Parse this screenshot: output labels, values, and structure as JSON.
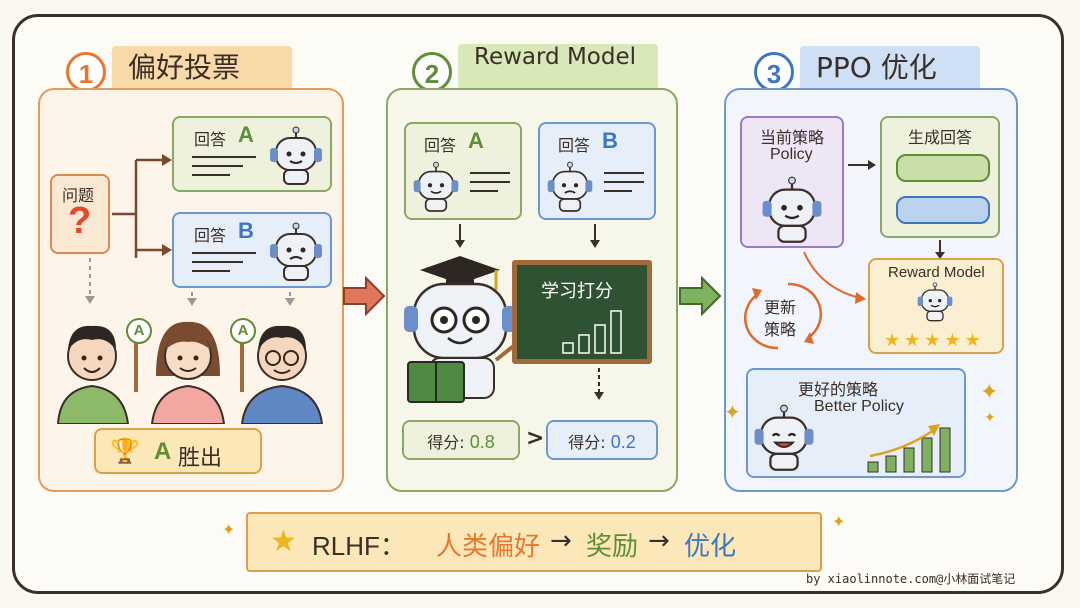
{
  "step1": {
    "number": "1",
    "title": "偏好投票",
    "question_label": "问题",
    "question_mark": "?",
    "answer_a": {
      "prefix": "回答",
      "letter": "A"
    },
    "answer_b": {
      "prefix": "回答",
      "letter": "B"
    },
    "vote_badge": "A",
    "winner": {
      "letter": "A",
      "text": "胜出"
    }
  },
  "step2": {
    "number": "2",
    "title": "Reward Model",
    "answer_a": {
      "prefix": "回答",
      "letter": "A"
    },
    "answer_b": {
      "prefix": "回答",
      "letter": "B"
    },
    "board_text": "学习打分",
    "score_a": {
      "label": "得分:",
      "value": "0.8"
    },
    "compare": ">",
    "score_b": {
      "label": "得分:",
      "value": "0.2"
    }
  },
  "step3": {
    "number": "3",
    "title": "PPO 优化",
    "policy_cn": "当前策略",
    "policy_en": "Policy",
    "generate": "生成回答",
    "reward_model": "Reward Model",
    "stars": "★★★★★",
    "update_line1": "更新",
    "update_line2": "策略",
    "better_cn": "更好的策略",
    "better_en": "Better Policy"
  },
  "banner": {
    "prefix": "RLHF：",
    "part1": "人类偏好",
    "arrow1": "→",
    "part2": "奖励",
    "arrow2": "→",
    "part3": "优化"
  },
  "credit": "by xiaolinnote.com@小林面试笔记",
  "colors": {
    "orange": "#e8772e",
    "green": "#5e8e35",
    "blue": "#3c77c4",
    "title_bg_orange": "#f9d9a8",
    "title_bg_green": "#d9e8b8",
    "title_bg_blue": "#cfe0f6",
    "chalkboard": "#2f5233"
  },
  "icons": [
    "question-mark-icon",
    "robot-icon",
    "trophy-icon",
    "star-icon",
    "sparkle-icon",
    "arrow-icon",
    "chart-icon"
  ]
}
